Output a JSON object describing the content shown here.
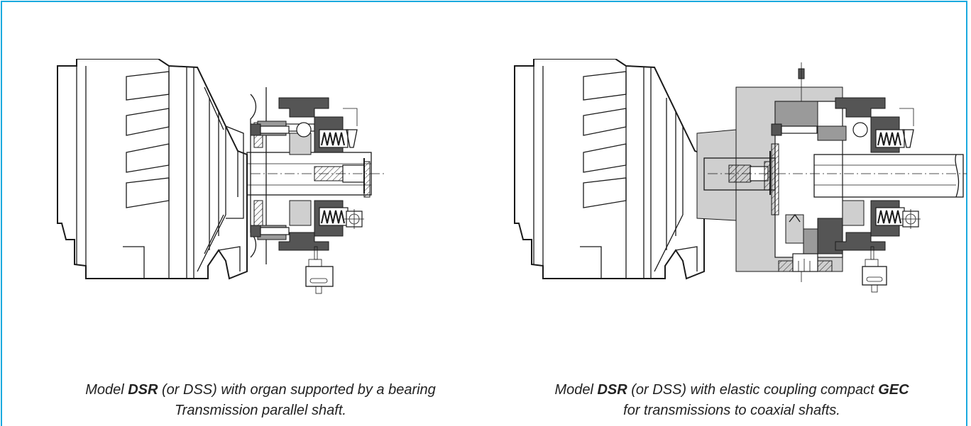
{
  "figures": [
    {
      "caption_prefix": "Model ",
      "caption_model": "DSR",
      "caption_rest": " (or DSS) with organ supported by a bearing",
      "caption_line2": "Transmission parallel shaft."
    },
    {
      "caption_prefix": "Model ",
      "caption_model": "DSR",
      "caption_mid": " (or DSS) with elastic coupling compact ",
      "caption_coupling": "GEC",
      "caption_line2": "for transmissions to coaxial shafts."
    }
  ],
  "colors": {
    "frame_border": "#1aa9de",
    "caption_text": "#222222"
  }
}
